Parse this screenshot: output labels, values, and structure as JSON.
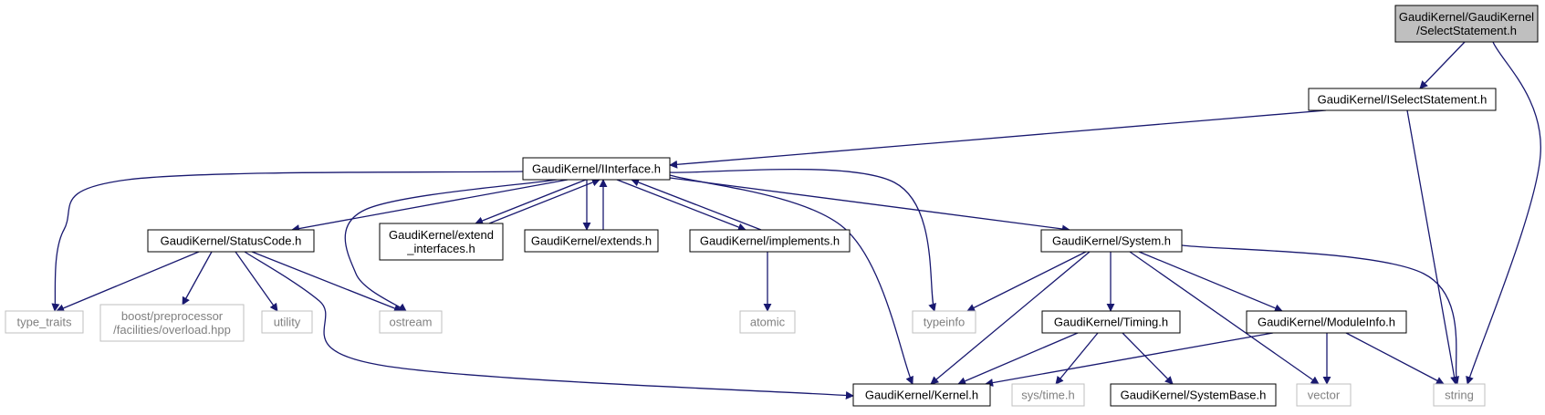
{
  "diagram": {
    "colors": {
      "edge": "#191970",
      "root_fill": "#bfbfbf",
      "node_fill": "#ffffff",
      "node_border": "#000000",
      "external_border": "#bfbfbf",
      "external_text": "#808080",
      "text": "#000000"
    },
    "nodes": {
      "root": {
        "lines": [
          "GaudiKernel/GaudiKernel",
          "/SelectStatement.h"
        ],
        "kind": "root"
      },
      "iselect": {
        "lines": [
          "GaudiKernel/ISelectStatement.h"
        ],
        "kind": "file"
      },
      "iinterface": {
        "lines": [
          "GaudiKernel/IInterface.h"
        ],
        "kind": "file"
      },
      "statuscode": {
        "lines": [
          "GaudiKernel/StatusCode.h"
        ],
        "kind": "file"
      },
      "extend_interfaces": {
        "lines": [
          "GaudiKernel/extend",
          "_interfaces.h"
        ],
        "kind": "file"
      },
      "extends": {
        "lines": [
          "GaudiKernel/extends.h"
        ],
        "kind": "file"
      },
      "implements": {
        "lines": [
          "GaudiKernel/implements.h"
        ],
        "kind": "file"
      },
      "system": {
        "lines": [
          "GaudiKernel/System.h"
        ],
        "kind": "file"
      },
      "type_traits": {
        "lines": [
          "type_traits"
        ],
        "kind": "external"
      },
      "boost_overload": {
        "lines": [
          "boost/preprocessor",
          "/facilities/overload.hpp"
        ],
        "kind": "external"
      },
      "utility": {
        "lines": [
          "utility"
        ],
        "kind": "external"
      },
      "ostream": {
        "lines": [
          "ostream"
        ],
        "kind": "external"
      },
      "atomic": {
        "lines": [
          "atomic"
        ],
        "kind": "external"
      },
      "typeinfo": {
        "lines": [
          "typeinfo"
        ],
        "kind": "external"
      },
      "timing": {
        "lines": [
          "GaudiKernel/Timing.h"
        ],
        "kind": "file"
      },
      "moduleinfo": {
        "lines": [
          "GaudiKernel/ModuleInfo.h"
        ],
        "kind": "file"
      },
      "kernel": {
        "lines": [
          "GaudiKernel/Kernel.h"
        ],
        "kind": "file"
      },
      "systime": {
        "lines": [
          "sys/time.h"
        ],
        "kind": "external"
      },
      "systembase": {
        "lines": [
          "GaudiKernel/SystemBase.h"
        ],
        "kind": "file"
      },
      "vector": {
        "lines": [
          "vector"
        ],
        "kind": "external"
      },
      "string": {
        "lines": [
          "string"
        ],
        "kind": "external"
      }
    },
    "edges": [
      [
        "root",
        "iselect"
      ],
      [
        "root",
        "string"
      ],
      [
        "iselect",
        "iinterface"
      ],
      [
        "iselect",
        "string"
      ],
      [
        "iinterface",
        "type_traits"
      ],
      [
        "iinterface",
        "statuscode"
      ],
      [
        "iinterface",
        "ostream"
      ],
      [
        "iinterface",
        "extend_interfaces"
      ],
      [
        "extend_interfaces",
        "iinterface"
      ],
      [
        "iinterface",
        "extends"
      ],
      [
        "extends",
        "iinterface"
      ],
      [
        "iinterface",
        "implements"
      ],
      [
        "implements",
        "iinterface"
      ],
      [
        "iinterface",
        "kernel"
      ],
      [
        "iinterface",
        "typeinfo"
      ],
      [
        "iinterface",
        "system"
      ],
      [
        "statuscode",
        "type_traits"
      ],
      [
        "statuscode",
        "boost_overload"
      ],
      [
        "statuscode",
        "utility"
      ],
      [
        "statuscode",
        "ostream"
      ],
      [
        "statuscode",
        "kernel"
      ],
      [
        "implements",
        "atomic"
      ],
      [
        "system",
        "typeinfo"
      ],
      [
        "system",
        "kernel"
      ],
      [
        "system",
        "timing"
      ],
      [
        "system",
        "vector"
      ],
      [
        "system",
        "moduleinfo"
      ],
      [
        "system",
        "string"
      ],
      [
        "timing",
        "kernel"
      ],
      [
        "timing",
        "systime"
      ],
      [
        "timing",
        "systembase"
      ],
      [
        "moduleinfo",
        "kernel"
      ],
      [
        "moduleinfo",
        "vector"
      ],
      [
        "moduleinfo",
        "string"
      ]
    ]
  }
}
